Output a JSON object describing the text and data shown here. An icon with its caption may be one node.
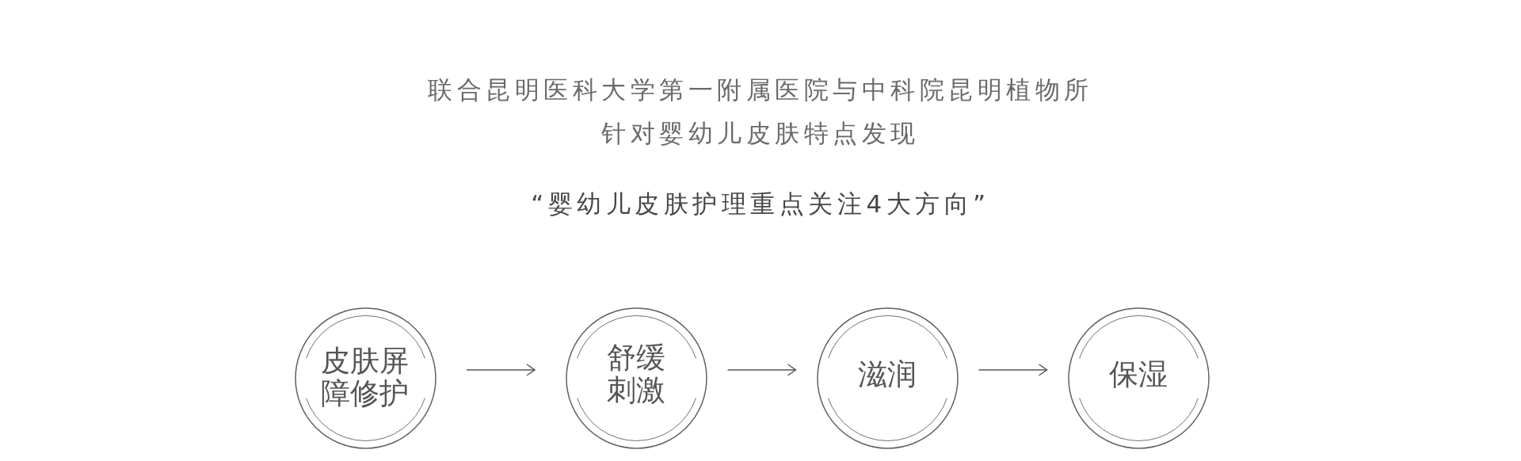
{
  "diagram": {
    "title": "联合昆明医科大学第一附属医院与中科院昆明植物所针对婴幼儿皮肤特点发现",
    "nodes": [
      {
        "text": [
          "皮肤屏障修护"
        ]
      },
      {
        "text": [
          "舒缓刺激"
        ]
      },
      {
        "text": [
          "滋润"
        ]
      },
      {
        "text": [
          "保湿"
        ]
      }
    ],
    "edges": [
      {
        "from": 0,
        "to": 1,
        "arrow": "to"
      },
      {
        "from": 1,
        "to": 2,
        "arrow": "to"
      },
      {
        "from": 2,
        "to": 3,
        "arrow": "to"
      }
    ],
    "labels": [
      "“婴幼儿皮肤护理重点关注4大方向”"
    ]
  }
}
